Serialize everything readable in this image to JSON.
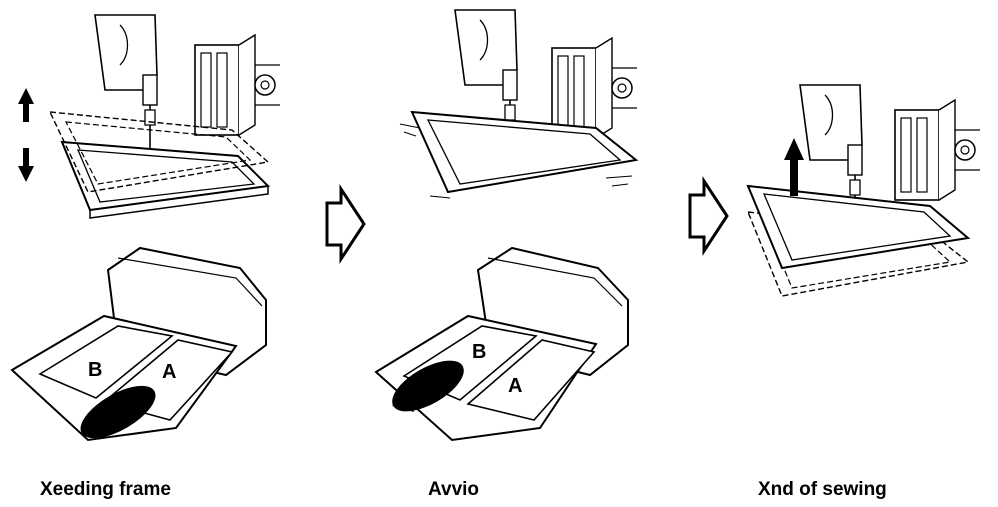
{
  "captions": {
    "step1": "Xeeding frame",
    "step2": "Avvio",
    "step3": "Xnd of sewing"
  },
  "pedal_labels": {
    "left": {
      "a": "A",
      "b": "B"
    },
    "middle": {
      "a": "A",
      "b": "B"
    }
  },
  "icons": {
    "transition_arrow": "hollow-right-arrow-icon",
    "up_down_arrow": "double-vertical-arrow-icon",
    "up_arrow": "up-arrow-icon"
  },
  "colors": {
    "ink": "#000000",
    "background": "#ffffff"
  }
}
